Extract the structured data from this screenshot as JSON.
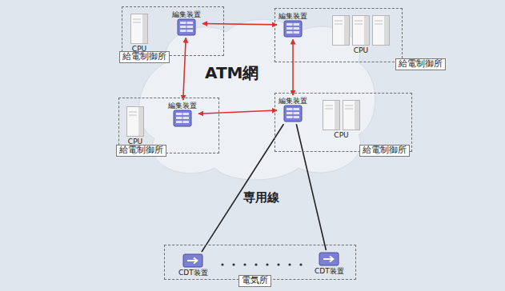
{
  "diagram": {
    "nodes": [
      {
        "text": [
          "ATM網"
        ]
      },
      {
        "text": [
          "給電制御所"
        ]
      },
      {
        "text": [
          "CPU"
        ],
        "in": 1
      },
      {
        "text": [
          "編集装置"
        ],
        "in": 1
      },
      {
        "text": [
          "給電制御所"
        ]
      },
      {
        "text": [
          "編集装置"
        ],
        "in": 4
      },
      {
        "text": [
          "CPU"
        ],
        "in": 4
      },
      {
        "text": [
          "給電制御所"
        ]
      },
      {
        "text": [
          "CPU"
        ],
        "in": 7
      },
      {
        "text": [
          "編集装置"
        ],
        "in": 7
      },
      {
        "text": [
          "給電制御所"
        ]
      },
      {
        "text": [
          "編集装置"
        ],
        "in": 10
      },
      {
        "text": [
          "CPU"
        ],
        "in": 10
      },
      {
        "text": [
          "電気所"
        ]
      },
      {
        "text": [
          "CDT装置"
        ],
        "in": 13
      },
      {
        "text": [
          "CDT装置"
        ],
        "in": 13
      }
    ],
    "edges": [
      {
        "from": 3,
        "to": 5,
        "arrow": "both"
      },
      {
        "from": 3,
        "to": 9,
        "arrow": "both"
      },
      {
        "from": 5,
        "to": 11,
        "arrow": "both"
      },
      {
        "from": 9,
        "to": 11,
        "arrow": "both"
      },
      {
        "from": 11,
        "to": 14,
        "arrow": "none"
      },
      {
        "from": 11,
        "to": 15,
        "arrow": "none"
      }
    ],
    "labels": [
      "専用線"
    ]
  }
}
